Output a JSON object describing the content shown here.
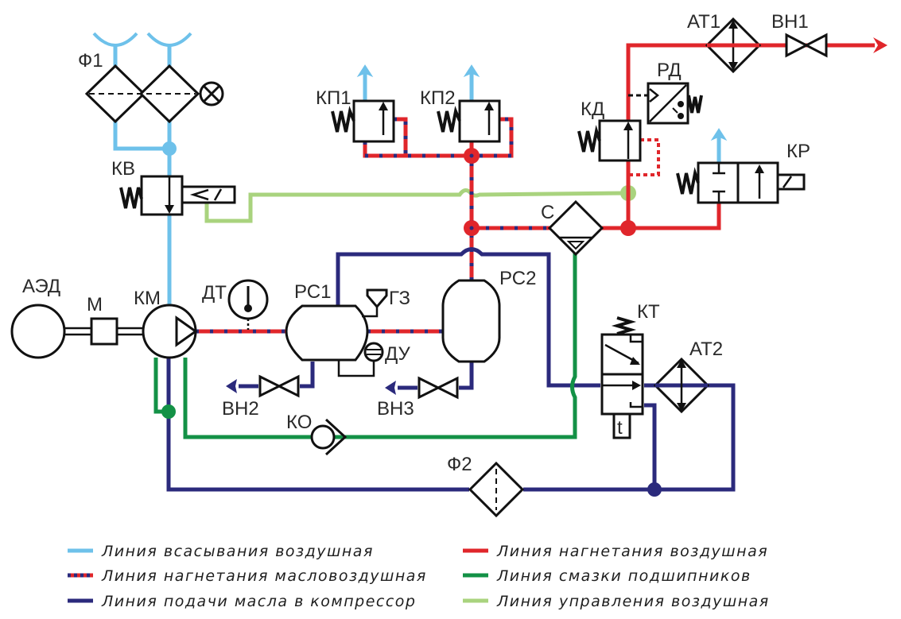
{
  "diagram": {
    "title": "Compressor pneumatic-oil circuit",
    "colors": {
      "suction_air": "#6ec1ea",
      "discharge_air": "#e0262b",
      "discharge_oil_air_base": "#e0262b",
      "discharge_oil_air_dot": "#2b2a7c",
      "oil_supply": "#2b2a7c",
      "bearing_lube": "#139146",
      "control_air": "#a9d37e",
      "symbol": "#111111"
    },
    "labels": {
      "f1": "Ф1",
      "kv": "КВ",
      "kp1": "КП1",
      "kp2": "КП2",
      "kd": "КД",
      "rd": "РД",
      "at1": "АТ1",
      "vn1": "ВН1",
      "kr": "КР",
      "s": "С",
      "aed": "АЭД",
      "m": "М",
      "km": "КМ",
      "dt": "ДТ",
      "rs1": "РС1",
      "gz": "ГЗ",
      "du": "ДУ",
      "rs2": "РС2",
      "vn2": "ВН2",
      "vn3": "ВН3",
      "ko": "КО",
      "kt": "КТ",
      "kt_timer": "t",
      "at2": "АТ2",
      "f2": "Ф2"
    },
    "legend": [
      {
        "key": "suction_air",
        "label": "Линия всасывания воздушная",
        "style": "solid"
      },
      {
        "key": "discharge_oil_air",
        "label": "Линия нагнетания масловоздушная",
        "style": "dotted"
      },
      {
        "key": "oil_supply",
        "label": "Линия подачи масла в компрессор",
        "style": "solid"
      },
      {
        "key": "discharge_air",
        "label": "Линия нагнетания воздушная",
        "style": "solid"
      },
      {
        "key": "bearing_lube",
        "label": "Линия смазки подшипников",
        "style": "solid"
      },
      {
        "key": "control_air",
        "label": "Линия управления воздушная",
        "style": "solid"
      }
    ]
  }
}
